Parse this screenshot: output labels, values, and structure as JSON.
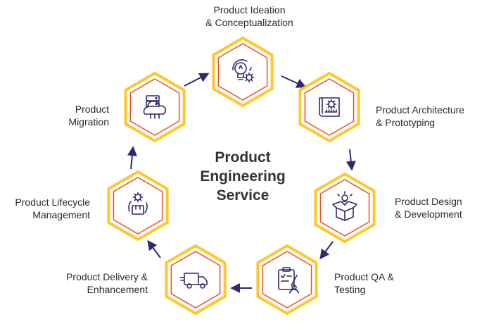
{
  "title_lines": [
    "Product",
    "Engineering",
    "Service"
  ],
  "colors": {
    "outer_hex": "#FFC72C",
    "inner_hex": "#E8501E",
    "icon": "#2E2A6B",
    "arrow": "#2E2A6B",
    "text": "#2b2b2b"
  },
  "stages": [
    {
      "id": "ideation",
      "lines": [
        "Product Ideation",
        "& Conceptualization"
      ],
      "icon": "lightbulb-gear-icon"
    },
    {
      "id": "architecture",
      "lines": [
        "Product Architecture",
        "& Prototyping"
      ],
      "icon": "blueprint-gear-icon"
    },
    {
      "id": "design",
      "lines": [
        "Product Design",
        "& Development"
      ],
      "icon": "open-box-bulb-icon"
    },
    {
      "id": "qa",
      "lines": [
        "Product QA &",
        "Testing"
      ],
      "icon": "clipboard-person-icon"
    },
    {
      "id": "delivery",
      "lines": [
        "Product Delivery &",
        "Enhancement"
      ],
      "icon": "delivery-truck-icon"
    },
    {
      "id": "lifecycle",
      "lines": [
        "Product Lifecycle",
        "Management"
      ],
      "icon": "box-cycle-gear-icon"
    },
    {
      "id": "migration",
      "lines": [
        "Product",
        "Migration"
      ],
      "icon": "server-cloud-icon"
    }
  ]
}
